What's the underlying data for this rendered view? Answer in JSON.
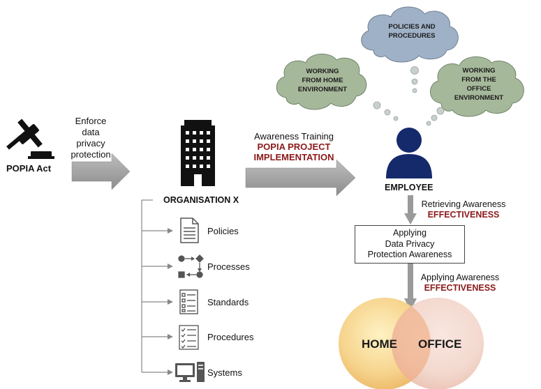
{
  "actor": {
    "label": "POPIA Act"
  },
  "enforce": {
    "lines": [
      "Enforce",
      "data",
      "privacy",
      "protection"
    ]
  },
  "organisation": {
    "label": "ORGANISATION X"
  },
  "training": {
    "line1": "Awareness Training",
    "line2": "POPIA PROJECT",
    "line3": "IMPLEMENTATION"
  },
  "employee": {
    "label": "EMPLOYEE"
  },
  "clouds": {
    "policies": [
      "POLICIES AND",
      "PROCEDURES"
    ],
    "home": [
      "WORKING",
      "FROM HOME",
      "ENVIRONMENT"
    ],
    "office": [
      "WORKING",
      "FROM THE",
      "OFFICE",
      "ENVIRONMENT"
    ]
  },
  "retrieving": {
    "line1": "Retrieving Awareness",
    "line2": "EFFECTIVENESS"
  },
  "applying_box": {
    "lines": [
      "Applying",
      "Data Privacy",
      "Protection Awareness"
    ]
  },
  "applying": {
    "line1": "Applying Awareness",
    "line2": "EFFECTIVENESS"
  },
  "venn": {
    "left": "HOME",
    "right": "OFFICE"
  },
  "org_items": [
    {
      "label": "Policies",
      "icon": "document-icon"
    },
    {
      "label": "Processes",
      "icon": "process-flow-icon"
    },
    {
      "label": "Standards",
      "icon": "checklist-icon"
    },
    {
      "label": "Procedures",
      "icon": "task-list-icon"
    },
    {
      "label": "Systems",
      "icon": "computer-icon"
    }
  ],
  "colors": {
    "accent_red": "#8b1a1a",
    "cloud_green": "#a6b89a",
    "cloud_blue": "#9fb1c6",
    "employee_navy": "#142a6b",
    "arrow_gray": "#9a9a9a"
  }
}
